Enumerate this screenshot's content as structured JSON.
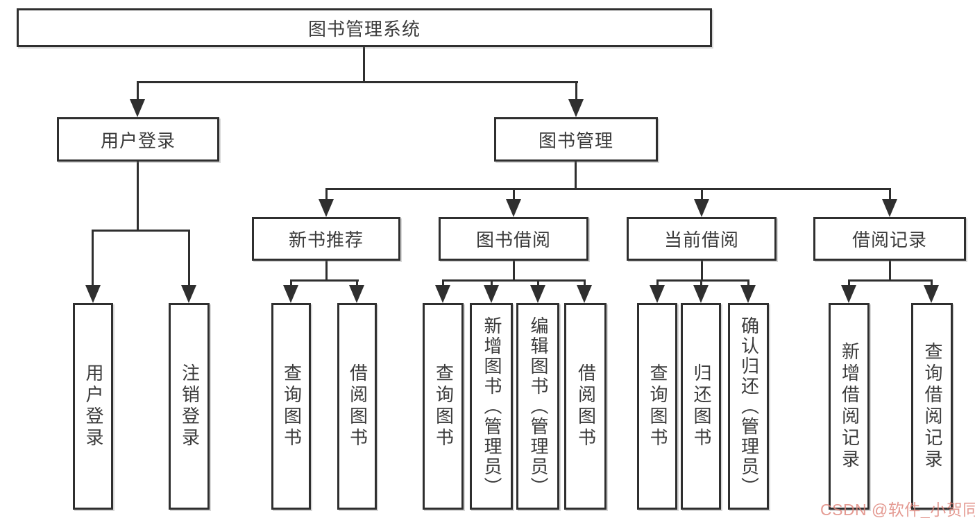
{
  "tree": {
    "label": "图书管理系统",
    "children": [
      {
        "label": "用户登录",
        "children": [
          {
            "label": "用户登录"
          },
          {
            "label": "注销登录"
          }
        ]
      },
      {
        "label": "图书管理",
        "children": [
          {
            "label": "新书推荐",
            "children": [
              {
                "label": "查询图书"
              },
              {
                "label": "借阅图书"
              }
            ]
          },
          {
            "label": "图书借阅",
            "children": [
              {
                "label": "查询图书"
              },
              {
                "label": "新增图书（管理员）"
              },
              {
                "label": "编辑图书（管理员）"
              },
              {
                "label": "借阅图书"
              }
            ]
          },
          {
            "label": "当前借阅",
            "children": [
              {
                "label": "查询图书"
              },
              {
                "label": "归还图书"
              },
              {
                "label": "确认归还（管理员）"
              }
            ]
          },
          {
            "label": "借阅记录",
            "children": [
              {
                "label": "新增借阅记录"
              },
              {
                "label": "查询借阅记录"
              }
            ]
          }
        ]
      }
    ]
  },
  "watermark": {
    "text": "CSDN @软件_小贺同学"
  },
  "colors": {
    "border": "#2f2f2f",
    "text": "#3b3b3b",
    "background": "#ffffff",
    "watermark": "#de847a"
  }
}
